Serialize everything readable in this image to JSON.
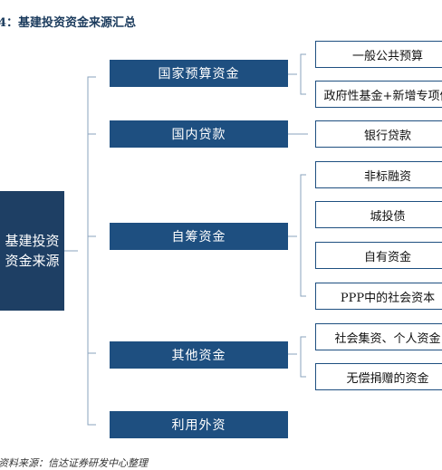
{
  "title": "4：基建投资资金来源汇总",
  "root": {
    "line1": "基建投资",
    "line2": "资金来源"
  },
  "categories": [
    {
      "label": "国家预算资金",
      "children": [
        "一般公共预算",
        "政府性基金+新增专项债"
      ]
    },
    {
      "label": "国内贷款",
      "children": [
        "银行贷款"
      ]
    },
    {
      "label": "自筹资金",
      "children": [
        "非标融资",
        "城投债",
        "自有资金",
        "PPP中的社会资本"
      ]
    },
    {
      "label": "其他资金",
      "children": [
        "社会集资、个人资金",
        "无偿捐赠的资金"
      ]
    },
    {
      "label": "利用外资",
      "children": []
    }
  ],
  "source": "资料来源：信达证券研发中心整理",
  "colors": {
    "dark_box": "#1e3f64",
    "mid_box": "#1e4f80",
    "line": "#8aa3bd"
  }
}
